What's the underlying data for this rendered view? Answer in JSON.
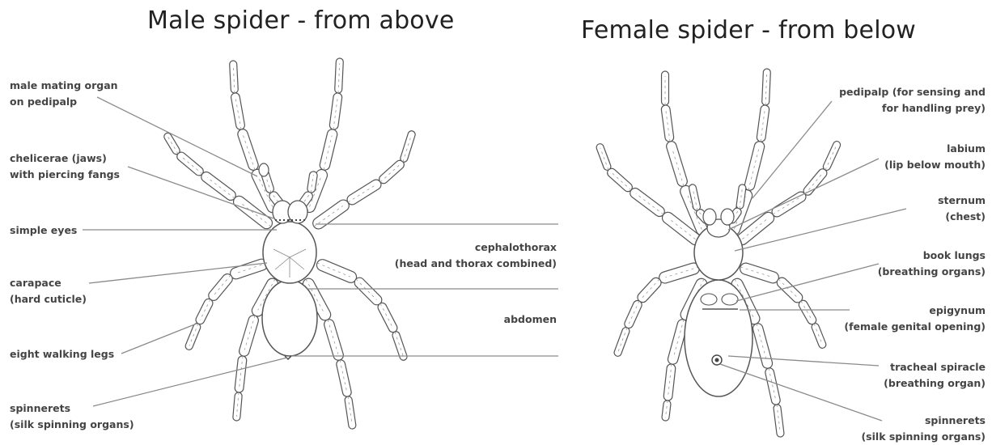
{
  "male": {
    "title": "Male spider - from above",
    "labels": {
      "mating_organ": [
        "male mating organ",
        "on pedipalp"
      ],
      "chelicerae": [
        "chelicerae (jaws)",
        "with piercing fangs"
      ],
      "simple_eyes": [
        "simple eyes"
      ],
      "carapace": [
        "carapace",
        "(hard cuticle)"
      ],
      "walking_legs": [
        "eight walking legs"
      ],
      "spinnerets": [
        "spinnerets",
        "(silk spinning organs)"
      ],
      "cephalothorax": [
        "cephalothorax",
        "(head and thorax combined)"
      ],
      "abdomen": [
        "abdomen"
      ]
    }
  },
  "female": {
    "title": "Female spider - from below",
    "labels": {
      "pedipalp": [
        "pedipalp (for sensing and",
        "for handling prey)"
      ],
      "labium": [
        "labium",
        "(lip below mouth)"
      ],
      "sternum": [
        "sternum",
        "(chest)"
      ],
      "book_lungs": [
        "book lungs",
        "(breathing organs)"
      ],
      "epigynum": [
        "epigynum",
        "(female genital opening)"
      ],
      "tracheal_spiracle": [
        "tracheal spiracle",
        "(breathing organ)"
      ],
      "spinnerets": [
        "spinnerets",
        "(silk spinning organs)"
      ]
    }
  },
  "colors": {
    "line": "#8a8a8a",
    "outline": "#555555",
    "text": "#444444"
  }
}
